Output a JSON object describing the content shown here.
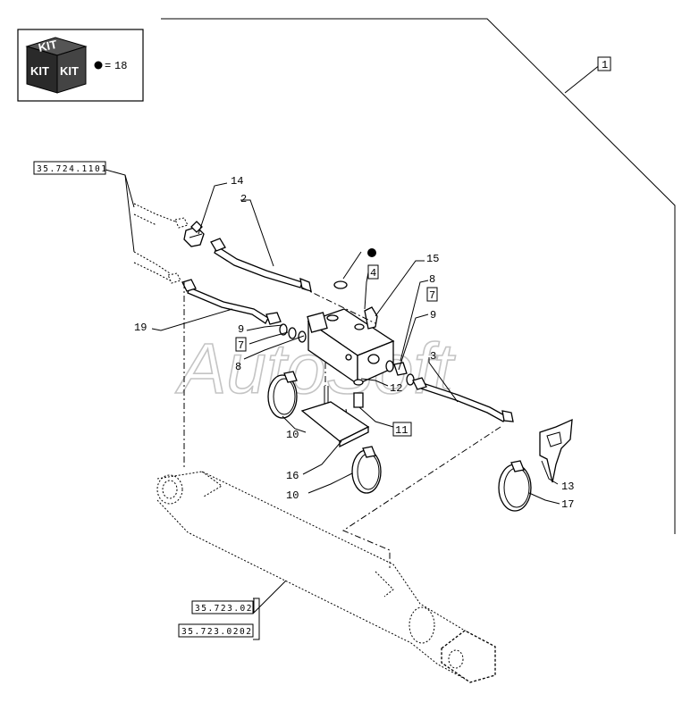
{
  "kit_legend": {
    "icon": "kit-box-icon",
    "top_text": "KIT",
    "side_text": "KIT",
    "eq_text": "=",
    "value": "18"
  },
  "refs": {
    "top": "35.724.1101",
    "cyl_a": "35.723.02",
    "cyl_b": "35.723.0202"
  },
  "boxed_labels": {
    "b1": "1",
    "b4": "4",
    "b7a": "7",
    "b7b": "7",
    "b11": "11"
  },
  "labels": {
    "l2": "2",
    "l3": "3",
    "l8a": "8",
    "l8b": "8",
    "l9a": "9",
    "l9b": "9",
    "l10a": "10",
    "l10b": "10",
    "l12": "12",
    "l13": "13",
    "l14": "14",
    "l15": "15",
    "l16": "16",
    "l17": "17",
    "l19": "19"
  },
  "watermark": "AutoSoft"
}
